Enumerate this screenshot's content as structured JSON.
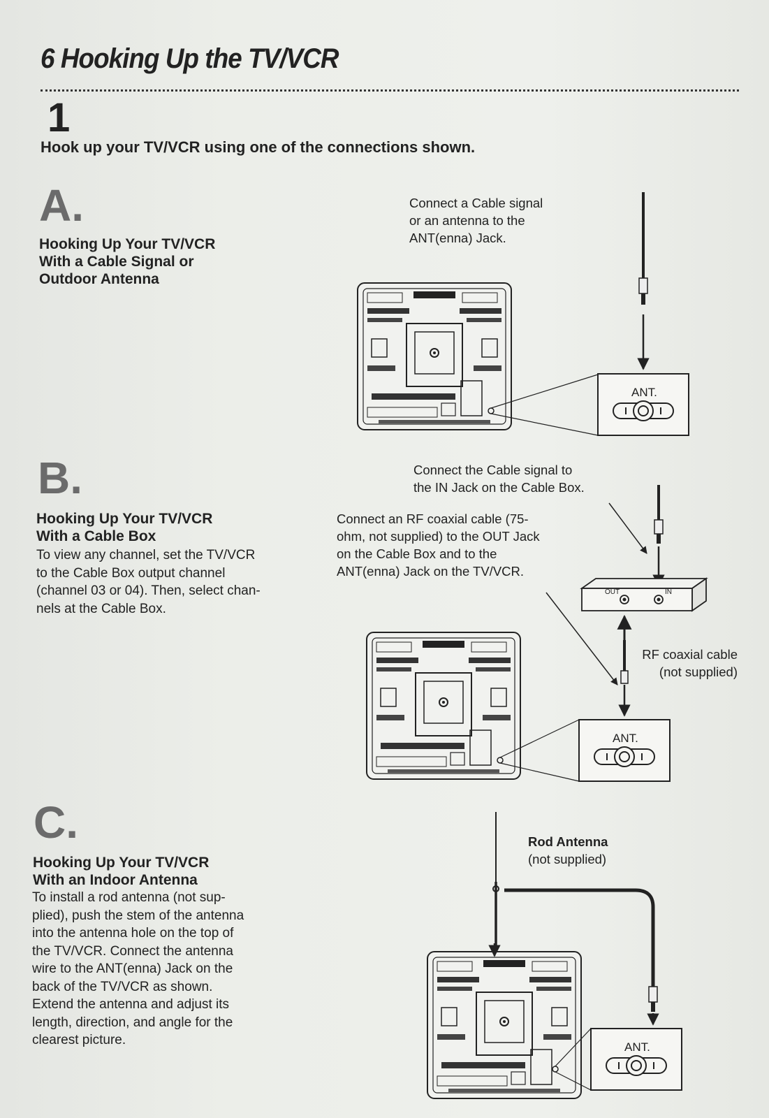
{
  "header": {
    "title": "6  Hooking Up the TV/VCR"
  },
  "step": {
    "number": "1",
    "text": "Hook up your TV/VCR using one of the connections shown."
  },
  "section_a": {
    "letter": "A.",
    "title_line1": "Hooking Up Your TV/VCR",
    "title_line2": "With a Cable Signal or",
    "title_line3": "Outdoor Antenna",
    "callout_line1": "Connect a Cable signal",
    "callout_line2": "or an antenna to the",
    "callout_line3": "ANT(enna) Jack.",
    "jack_label": "ANT."
  },
  "section_b": {
    "letter": "B.",
    "title_line1": "Hooking Up Your TV/VCR",
    "title_line2": "With a Cable Box",
    "body": [
      "To view any channel, set the TV/VCR",
      "to the Cable Box output channel",
      "(channel 03 or 04). Then, select chan-",
      "nels at the Cable Box."
    ],
    "callout_in_line1": "Connect the Cable signal to",
    "callout_in_line2": "the IN Jack on the Cable Box.",
    "callout_rf": [
      "Connect an RF coaxial cable (75-",
      "ohm, not supplied) to the OUT Jack",
      "on the Cable Box and to the",
      "ANT(enna) Jack on the TV/VCR."
    ],
    "box_out": "OUT",
    "box_in": "IN",
    "rf_label_line1": "RF coaxial cable",
    "rf_label_line2": "(not supplied)",
    "jack_label": "ANT."
  },
  "section_c": {
    "letter": "C.",
    "title_line1": "Hooking Up Your TV/VCR",
    "title_line2": "With an Indoor Antenna",
    "body": [
      "To install a rod antenna (not sup-",
      "plied), push the stem of the antenna",
      "into the antenna hole on the top of",
      "the TV/VCR. Connect the antenna",
      "wire to the ANT(enna) Jack on the",
      "back of the TV/VCR as shown.",
      "Extend the antenna and adjust its",
      "length, direction, and angle for the",
      "clearest picture."
    ],
    "rod_title": "Rod Antenna",
    "rod_sub": "(not supplied)",
    "jack_label": "ANT."
  }
}
